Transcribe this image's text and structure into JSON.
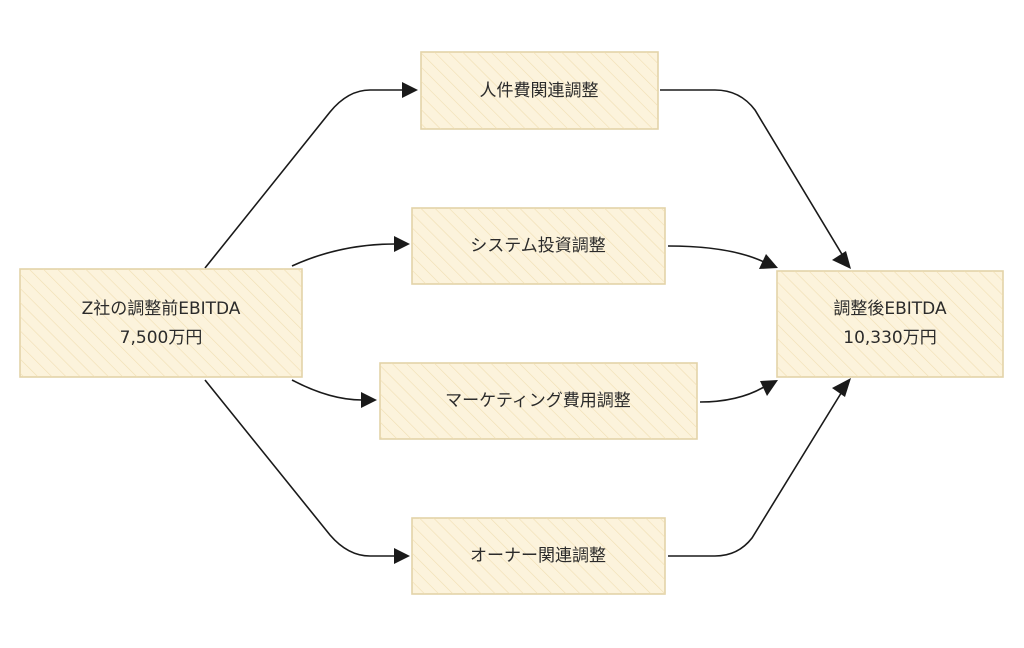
{
  "diagram": {
    "source": {
      "line1": "Z社の調整前EBITDA",
      "line2": "7,500万円"
    },
    "adjustments": [
      {
        "label": "人件費関連調整"
      },
      {
        "label": "システム投資調整"
      },
      {
        "label": "マーケティング費用調整"
      },
      {
        "label": "オーナー関連調整"
      }
    ],
    "result": {
      "line1": "調整後EBITDA",
      "line2": "10,330万円"
    }
  }
}
